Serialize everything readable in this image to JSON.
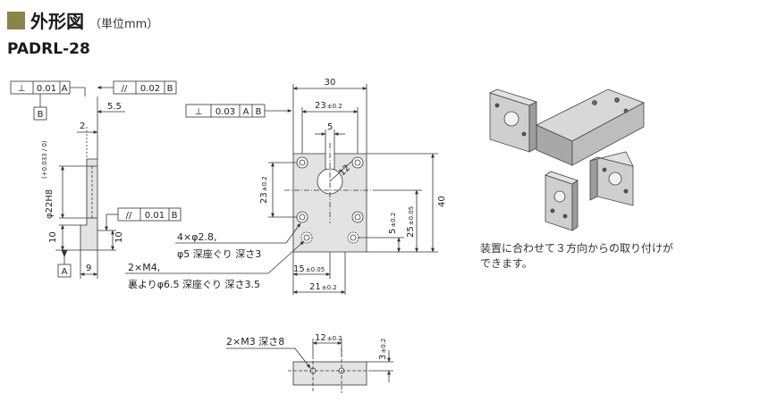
{
  "title": {
    "main": "外形図",
    "unit": "（単位mm）"
  },
  "model": "PADRL-28",
  "note_lines": [
    "装置に合わせて３方向からの取り付けが",
    "できます。"
  ],
  "side_view": {
    "perp_frame": [
      "⊥",
      "0.01",
      "A"
    ],
    "datum_b": "B",
    "par_frame_top": [
      "//",
      "0.02",
      "B"
    ],
    "dim_top_offset": "5.5",
    "dim_width": "2",
    "dim_bore": "φ22H8",
    "dim_bore_tol": "(+0.033 / 0)",
    "par_frame_bottom": [
      "//",
      "0.01",
      "B"
    ],
    "dim_bottom_height": "10",
    "dim_foot_height": "10",
    "datum_a": "A",
    "dim_foot_width": "9"
  },
  "front_view": {
    "perp_frame": [
      "⊥",
      "0.03",
      "A",
      "B"
    ],
    "dim_width": "30",
    "dim_hole_pitch": "23",
    "dim_hole_pitch_tol": "±0.2",
    "dim_slot": "5",
    "dim_slot_angle": "12",
    "dim_vert_pitch": "23",
    "dim_vert_pitch_tol": "±0.2",
    "dim_height": "40",
    "dim_25": "25",
    "dim_25_tol": "±0.05",
    "dim_5": "5",
    "dim_5_tol": "±0.2",
    "dim_15": "15",
    "dim_15_tol": "±0.05",
    "dim_21": "21",
    "dim_21_tol": "±0.2",
    "callout_holes_1": "4×φ2.8,",
    "callout_holes_2": "φ5 深座ぐり 深さ3",
    "callout_m4_1": "2×M4,",
    "callout_m4_2": "裏よりφ6.5 深座ぐり 深さ3.5"
  },
  "bottom_view": {
    "callout": "2×M3 深さ8",
    "dim_12": "12",
    "dim_12_tol": "±0.2",
    "dim_3": "3",
    "dim_3_tol": "±0.2"
  },
  "colors": {
    "accent": "#8a8548",
    "part_fill": "#e3e3e3",
    "line": "#333333"
  }
}
